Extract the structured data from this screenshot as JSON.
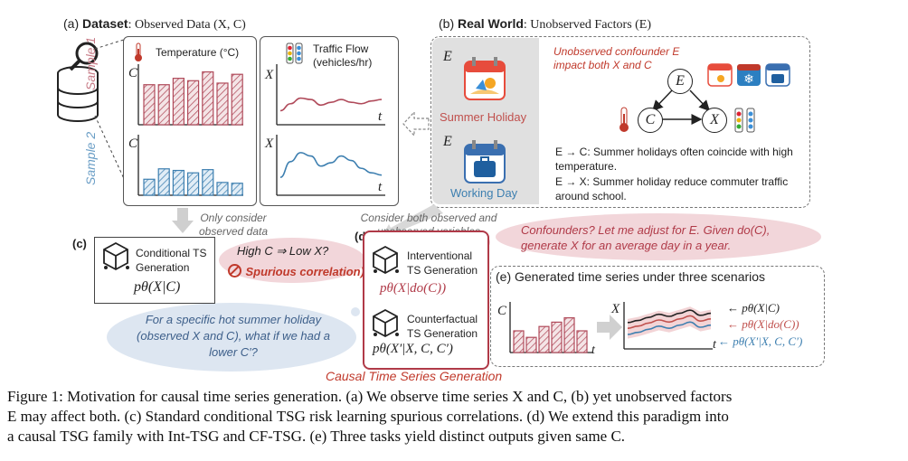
{
  "panel_a": {
    "title_prefix": "(a)",
    "title_bold": "Dataset",
    "title_rest": ": Observed Data (X, C)",
    "sample1": "Sample 1",
    "sample2": "Sample 2",
    "temp_label": "Temperature (°C)",
    "traffic_label": "Traffic Flow (vehicles/hr)",
    "axis_c": "C",
    "axis_x": "X",
    "axis_t": "t",
    "colors": {
      "sample1": "#b04a5a",
      "sample2": "#3d7fb0"
    }
  },
  "panel_b": {
    "title_prefix": "(b)",
    "title_bold": "Real World",
    "title_rest": ": Unobserved Factors (E)",
    "e_label": "E",
    "summer": "Summer Holiday",
    "working": "Working Day",
    "confounder_note": "Unobserved confounder E impact both X and C",
    "node_e": "E",
    "node_c": "C",
    "node_x": "X",
    "text_ec": "E → C: Summer holidays often coincide with high temperature.",
    "text_ex": "E → X: Summer holiday reduce commuter traffic around school."
  },
  "arrows": {
    "only_observed": "Only consider observed data",
    "both_observed": "Consider both observed and unobserved variables"
  },
  "panel_c": {
    "label": "(c)",
    "title": "Conditional TS Generation",
    "formula": "pθ(X|C)",
    "bubble_q": "High C ⇒ Low X?",
    "bubble_warn": "Spurious correlation)"
  },
  "panel_d": {
    "label": "(d)",
    "int_title": "Interventional TS Generation",
    "int_formula": "pθ(X|do(C))",
    "cf_title": "Counterfactual TS Generation",
    "cf_formula": "pθ(X′|X, C, C′)",
    "footer": "Causal Time Series Generation",
    "bubble_confounder": "Confounders? Let me adjust for E. Given do(C), generate X for an average day in a year.",
    "bubble_counterfactual": "For a specific hot summer holiday (observed X and C), what if we had a lower C′?"
  },
  "panel_e": {
    "title": "(e) Generated time series under three scenarios",
    "axis_c": "C",
    "axis_x": "X",
    "axis_t": "t",
    "legend": [
      "pθ(X|C)",
      "pθ(X|do(C))",
      "pθ(X′|X, C, C′)"
    ],
    "colors": {
      "black": "#222222",
      "red": "#c0504d",
      "blue": "#3d7fb0"
    }
  },
  "caption": {
    "line1": "Figure 1: Motivation for causal time series generation. (a) We observe time series X and C, (b) yet unobserved factors",
    "line2": "E may affect both. (c) Standard conditional TSG risk learning spurious correlations. (d) We extend this paradigm into",
    "line3": "a causal TSG family with Int-TSG and CF-TSG. (e) Three tasks yield distinct outputs given same C."
  },
  "chart_data": [
    {
      "type": "bar",
      "title": "Sample 1 Temperature",
      "values": [
        5,
        5,
        5.8,
        5.5,
        6.6,
        5.2,
        6.3
      ],
      "ylim": [
        0,
        7
      ]
    },
    {
      "type": "line",
      "title": "Sample 1 Traffic",
      "x": [
        0,
        1,
        2,
        3,
        4,
        5,
        6,
        7,
        8,
        9,
        10
      ],
      "values": [
        1.0,
        1.5,
        1.9,
        1.8,
        1.4,
        1.6,
        1.8,
        1.6,
        1.5,
        1.7,
        1.8
      ],
      "ylim": [
        0,
        4
      ]
    },
    {
      "type": "bar",
      "title": "Sample 2 Temperature",
      "values": [
        2.0,
        3.3,
        3.1,
        2.8,
        3.2,
        1.6,
        1.5
      ],
      "ylim": [
        0,
        7
      ]
    },
    {
      "type": "line",
      "title": "Sample 2 Traffic",
      "x": [
        0,
        1,
        2,
        3,
        4,
        5,
        6,
        7,
        8,
        9,
        10
      ],
      "values": [
        1.6,
        3.0,
        3.8,
        3.5,
        2.6,
        2.9,
        3.5,
        3.1,
        2.4,
        2.0,
        1.8
      ],
      "ylim": [
        0,
        5
      ]
    },
    {
      "type": "bar",
      "title": "(e) C input",
      "values": [
        2.0,
        1.4,
        2.4,
        2.8,
        3.2,
        2.0
      ],
      "ylim": [
        0,
        4
      ]
    }
  ]
}
